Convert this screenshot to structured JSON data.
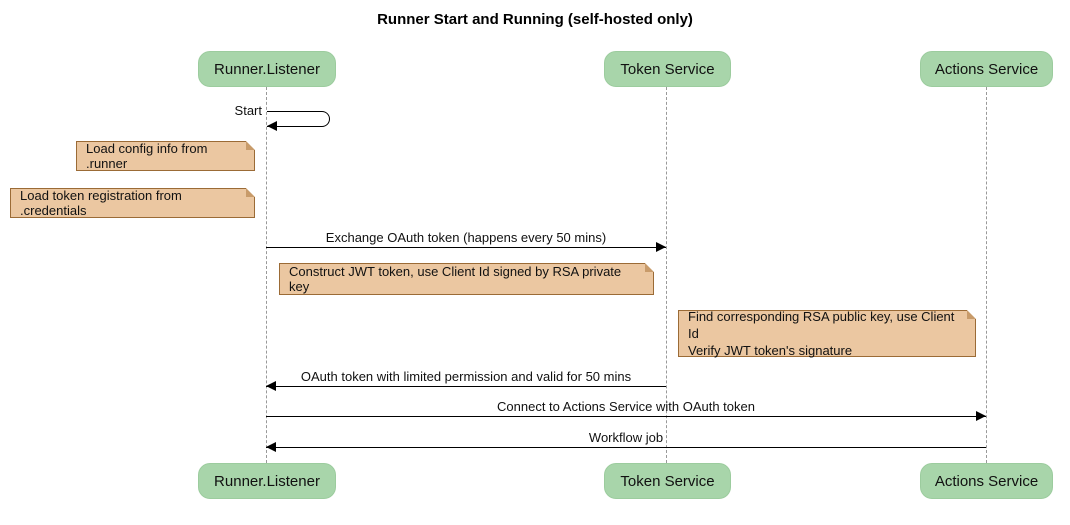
{
  "title": "Runner Start and Running (self-hosted only)",
  "participants": [
    {
      "label": "Runner.Listener"
    },
    {
      "label": "Token Service"
    },
    {
      "label": "Actions Service"
    }
  ],
  "self_message": {
    "label": "Start",
    "on": "Runner.Listener"
  },
  "notes": [
    {
      "text": "Load config info from .runner"
    },
    {
      "text": "Load token registration from .credentials"
    },
    {
      "text": "Construct JWT token, use Client Id signed by RSA private key"
    },
    {
      "line1": "Find corresponding RSA public key, use Client Id",
      "line2": "Verify JWT token's signature"
    }
  ],
  "messages": [
    {
      "label": "Exchange OAuth token (happens every 50 mins)",
      "from": "Runner.Listener",
      "to": "Token Service"
    },
    {
      "label": "OAuth token with limited permission and valid for 50 mins",
      "from": "Token Service",
      "to": "Runner.Listener"
    },
    {
      "label": "Connect to Actions Service with OAuth token",
      "from": "Runner.Listener",
      "to": "Actions Service"
    },
    {
      "label": "Workflow job",
      "from": "Actions Service",
      "to": "Runner.Listener"
    }
  ],
  "colors": {
    "participant_fill": "#a8d5aa",
    "note_fill": "#ebc7a1",
    "note_border": "#9b6b36",
    "lifeline": "#999999",
    "arrow": "#000000",
    "background": "#ffffff"
  }
}
